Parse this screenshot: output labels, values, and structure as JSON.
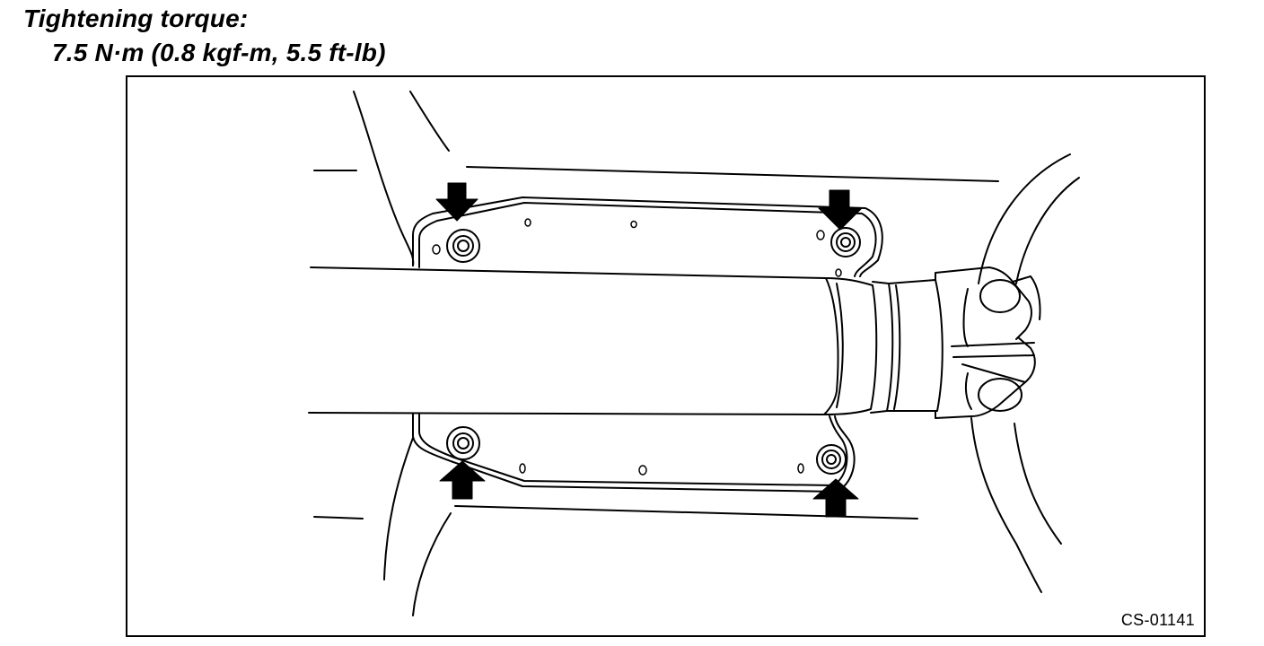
{
  "heading": {
    "title": "Tightening torque:",
    "value": "7.5 N·m (0.8 kgf-m, 5.5 ft-lb)"
  },
  "figure": {
    "code": "CS-01141",
    "bolt_count": 4,
    "arrow_color": "#000000",
    "line_color": "#000000",
    "background": "#ffffff"
  }
}
